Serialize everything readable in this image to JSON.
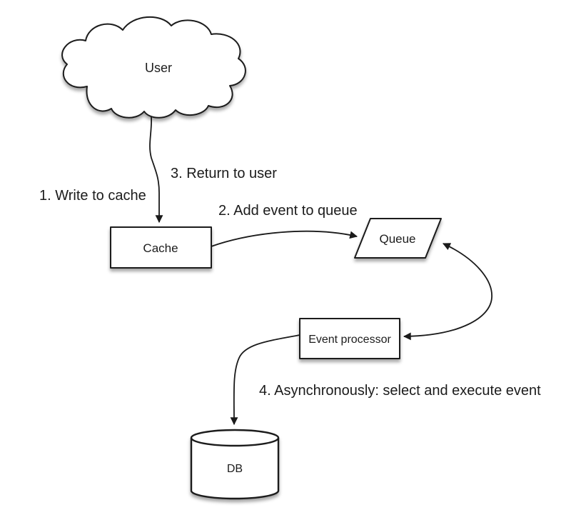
{
  "diagram": {
    "nodes": [
      {
        "id": "user",
        "shape": "cloud",
        "label": "User"
      },
      {
        "id": "cache",
        "shape": "rectangle",
        "label": "Cache"
      },
      {
        "id": "queue",
        "shape": "parallelogram",
        "label": "Queue"
      },
      {
        "id": "event-processor",
        "shape": "rectangle",
        "label": "Event processor"
      },
      {
        "id": "db",
        "shape": "cylinder",
        "label": "DB"
      }
    ],
    "annotations": [
      {
        "text": "1. Write to cache"
      },
      {
        "text": "2. Add event to queue"
      },
      {
        "text": "3. Return to user"
      },
      {
        "text": "4. Asynchronously: select and execute event"
      }
    ],
    "edges": [
      {
        "from": "user",
        "to": "cache",
        "arrowheads": "end"
      },
      {
        "from": "cache",
        "to": "queue",
        "arrowheads": "end"
      },
      {
        "from": "queue",
        "to": "event-processor",
        "arrowheads": "both"
      },
      {
        "from": "event-processor",
        "to": "db",
        "arrowheads": "end"
      }
    ],
    "colors": {
      "background": "#ffffff",
      "shape_fill": "#ffffff",
      "stroke": "#1a1a1a",
      "text": "#1c1c1c"
    }
  }
}
